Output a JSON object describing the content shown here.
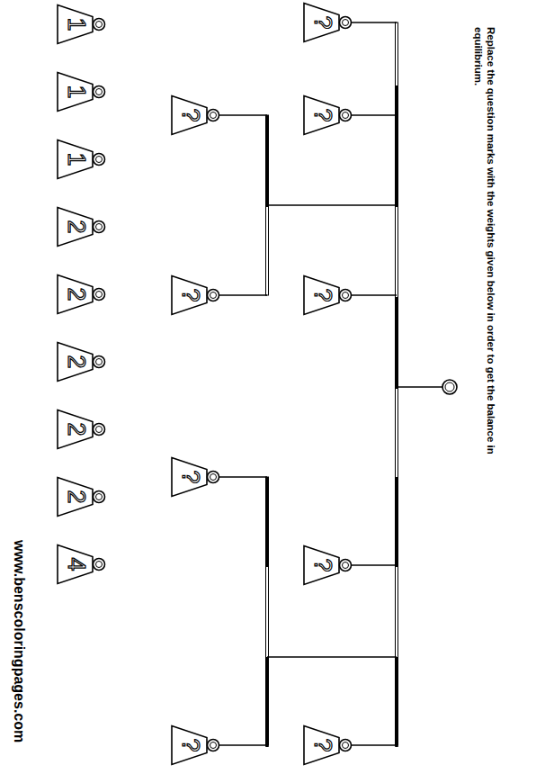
{
  "diagram": {
    "title": "Replace the question marks with the weights given below in order to get the balance in equilibrium.",
    "nodes": [
      {
        "text": [
          "?"
        ]
      },
      {
        "text": [
          "?"
        ]
      },
      {
        "text": [
          "?"
        ]
      },
      {
        "text": [
          "?"
        ]
      },
      {
        "text": [
          "?"
        ]
      },
      {
        "text": [
          "?"
        ]
      },
      {
        "text": [
          "?"
        ]
      },
      {
        "text": [
          "?"
        ]
      },
      {
        "text": [
          "?"
        ]
      },
      {
        "text": [
          "1"
        ]
      },
      {
        "text": [
          "1"
        ]
      },
      {
        "text": [
          "1"
        ]
      },
      {
        "text": [
          "2"
        ]
      },
      {
        "text": [
          "2"
        ]
      },
      {
        "text": [
          "2"
        ]
      },
      {
        "text": [
          "2"
        ]
      },
      {
        "text": [
          "2"
        ]
      },
      {
        "text": [
          "4"
        ]
      }
    ],
    "labels": [
      "www.benscoloringpages.com"
    ]
  }
}
